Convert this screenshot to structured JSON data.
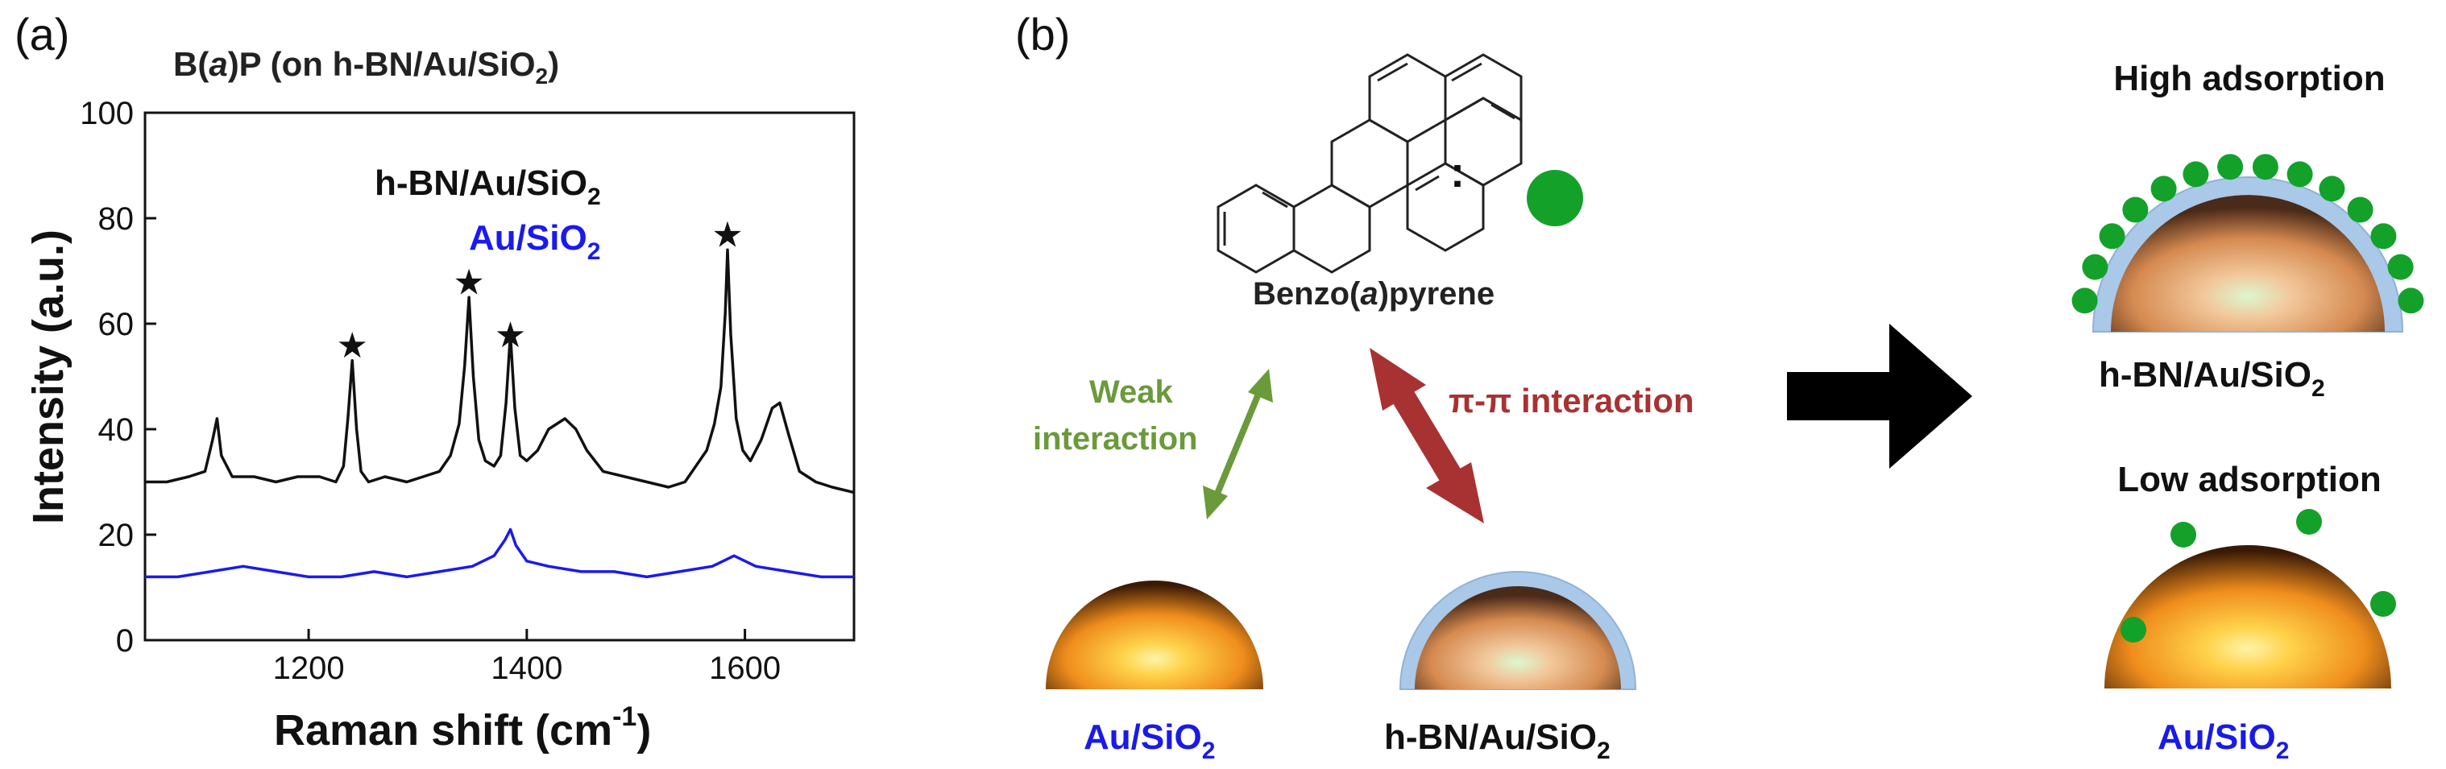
{
  "panel_a": {
    "label": "(a)",
    "title_prefix": "B(",
    "title_italic": "a",
    "title_suffix": ")P (on h-BN/Au/SiO",
    "title_sub": "2",
    "title_end": ")"
  },
  "panel_b": {
    "label": "(b)",
    "molecule_name_prefix": "Benzo(",
    "molecule_name_italic": "a",
    "molecule_name_suffix": ")pyrene",
    "legend_colon": ":",
    "weak_line1": "Weak",
    "weak_line2": "interaction",
    "pi_label": "π-π interaction",
    "au_label": "Au/SiO",
    "au_label_sub": "2",
    "hbn_label": "h-BN/Au/SiO",
    "hbn_label_sub": "2",
    "high_title": "High adsorption",
    "high_label": "h-BN/Au/SiO",
    "high_label_sub": "2",
    "low_title": "Low adsorption",
    "low_label": "Au/SiO",
    "low_label_sub": "2"
  },
  "colors": {
    "series_black": "#111111",
    "series_blue": "#1a1aee",
    "label_blue": "#1a1ae6",
    "weak_green": "#6a9a3a",
    "pi_red": "#a83232",
    "dot_green": "#13a12a",
    "shell_blue": "#aac8e8"
  },
  "chart_data": {
    "type": "line",
    "xlabel": "Raman shift (cm",
    "xlabel_sup": "-1",
    "xlabel_end": ")",
    "ylabel": "Intensity (a.u.)",
    "xlim": [
      1050,
      1700
    ],
    "ylim": [
      0,
      100
    ],
    "xticks": [
      "1200",
      "1400",
      "1600"
    ],
    "xtick_values": [
      1200,
      1400,
      1600
    ],
    "yticks": [
      "0",
      "20",
      "40",
      "60",
      "80",
      "100"
    ],
    "ytick_values": [
      0,
      20,
      40,
      60,
      80,
      100
    ],
    "peak_marker": "★",
    "peaks": [
      {
        "x": 1240,
        "y": 56
      },
      {
        "x": 1347,
        "y": 68
      },
      {
        "x": 1385,
        "y": 58
      },
      {
        "x": 1584,
        "y": 77
      }
    ],
    "series": [
      {
        "name": "h-BN/Au/SiO",
        "name_sub": "2",
        "color": "#111111",
        "x": [
          1050,
          1070,
          1090,
          1105,
          1112,
          1116,
          1120,
          1130,
          1150,
          1170,
          1190,
          1210,
          1225,
          1232,
          1236,
          1240,
          1244,
          1248,
          1255,
          1270,
          1290,
          1305,
          1320,
          1330,
          1338,
          1343,
          1347,
          1351,
          1356,
          1362,
          1370,
          1376,
          1381,
          1385,
          1389,
          1394,
          1400,
          1410,
          1420,
          1435,
          1445,
          1455,
          1470,
          1490,
          1510,
          1530,
          1545,
          1555,
          1565,
          1572,
          1578,
          1582,
          1584,
          1587,
          1592,
          1598,
          1605,
          1615,
          1625,
          1632,
          1640,
          1650,
          1665,
          1680,
          1700
        ],
        "values": [
          30,
          30,
          31,
          32,
          38,
          42,
          35,
          31,
          31,
          30,
          31,
          31,
          30,
          33,
          42,
          53,
          40,
          32,
          30,
          31,
          30,
          31,
          32,
          35,
          41,
          52,
          65,
          50,
          38,
          34,
          33,
          35,
          45,
          58,
          44,
          35,
          34,
          36,
          40,
          42,
          40,
          36,
          32,
          31,
          30,
          29,
          30,
          33,
          36,
          41,
          48,
          62,
          74,
          58,
          42,
          36,
          34,
          38,
          44,
          45,
          39,
          32,
          30,
          29,
          28
        ]
      },
      {
        "name": "Au/SiO",
        "name_sub": "2",
        "color": "#1a1aee",
        "x": [
          1050,
          1080,
          1110,
          1140,
          1170,
          1200,
          1230,
          1260,
          1290,
          1320,
          1350,
          1370,
          1380,
          1385,
          1390,
          1400,
          1420,
          1450,
          1480,
          1510,
          1540,
          1570,
          1590,
          1610,
          1640,
          1670,
          1700
        ],
        "values": [
          12,
          12,
          13,
          14,
          13,
          12,
          12,
          13,
          12,
          13,
          14,
          16,
          19,
          21,
          18,
          15,
          14,
          13,
          13,
          12,
          13,
          14,
          16,
          14,
          13,
          12,
          12
        ]
      }
    ]
  }
}
